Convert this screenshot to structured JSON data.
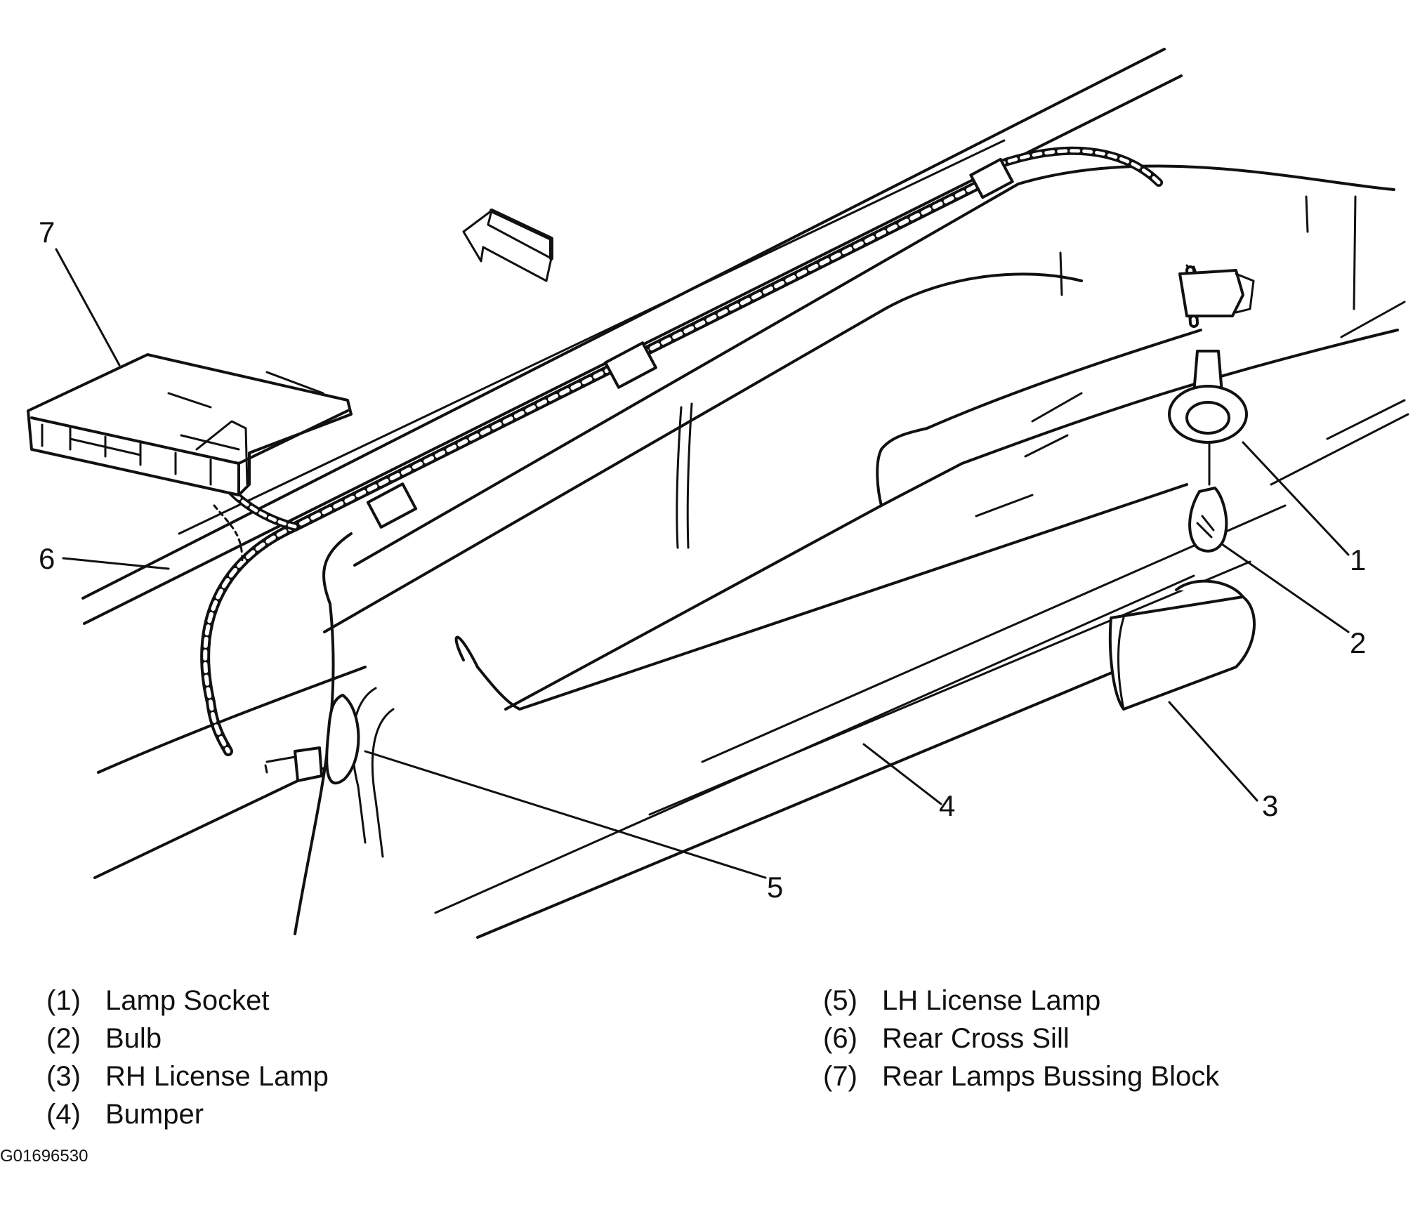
{
  "callouts": {
    "c1": "1",
    "c2": "2",
    "c3": "3",
    "c4": "4",
    "c5": "5",
    "c6": "6",
    "c7": "7"
  },
  "legend": {
    "left": [
      {
        "num": "(1)",
        "label": "Lamp Socket"
      },
      {
        "num": "(2)",
        "label": "Bulb"
      },
      {
        "num": "(3)",
        "label": "RH License Lamp"
      },
      {
        "num": "(4)",
        "label": "Bumper"
      }
    ],
    "right": [
      {
        "num": "(5)",
        "label": "LH License Lamp"
      },
      {
        "num": "(6)",
        "label": "Rear Cross Sill"
      },
      {
        "num": "(7)",
        "label": "Rear Lamps Bussing Block"
      }
    ]
  },
  "figure_id": "G01696530",
  "colors": {
    "ink": "#111111",
    "paper": "#ffffff"
  }
}
